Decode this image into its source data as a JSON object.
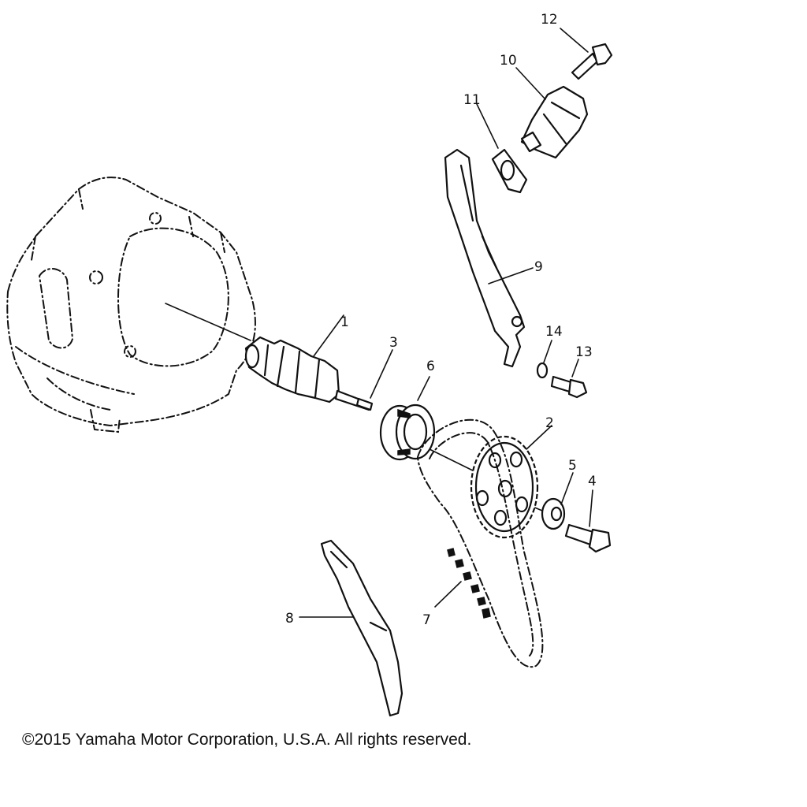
{
  "callouts": [
    "1",
    "2",
    "3",
    "4",
    "5",
    "6",
    "7",
    "8",
    "9",
    "10",
    "11",
    "12",
    "13",
    "14"
  ],
  "copyright": "©2015 Yamaha Motor Corporation, U.S.A. All rights reserved."
}
